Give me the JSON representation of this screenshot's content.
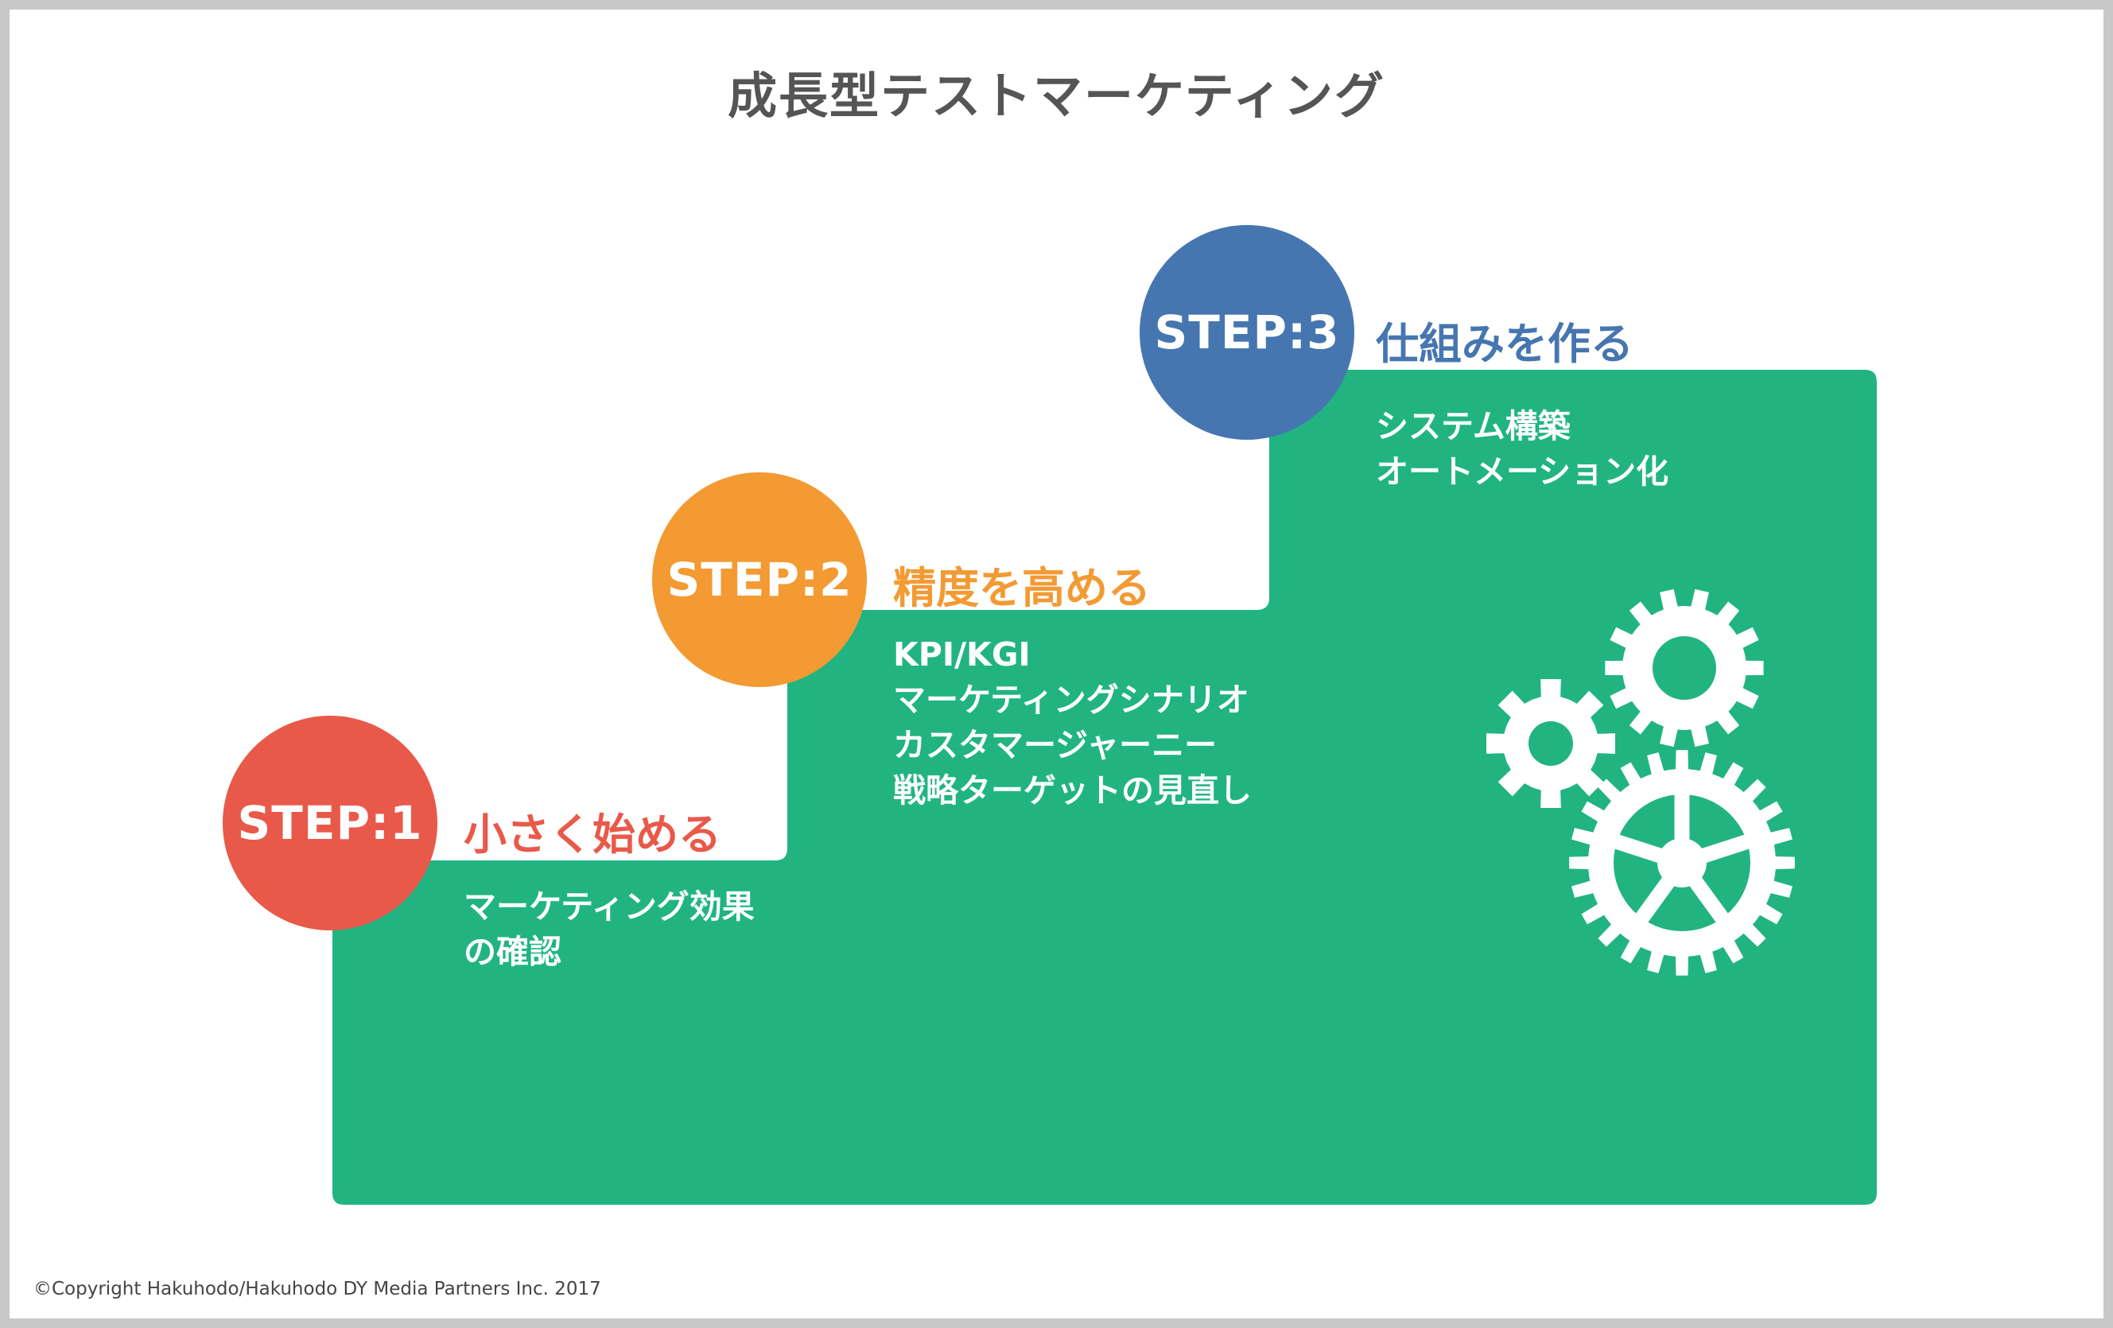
{
  "title": "成長型テストマーケティング",
  "colors": {
    "green": "#21b481",
    "step1": "#e9594a",
    "step2": "#f39a33",
    "step3": "#4676b0",
    "gear": "#ffffff"
  },
  "steps": [
    {
      "badge": "STEP:1",
      "title": "小さく始める",
      "lines": [
        "マーケティング効果",
        "の確認"
      ]
    },
    {
      "badge": "STEP:2",
      "title": "精度を高める",
      "lines": [
        "KPI/KGI",
        "マーケティングシナリオ",
        "カスタマージャーニー",
        "戦略ターゲットの見直し"
      ]
    },
    {
      "badge": "STEP:3",
      "title": "仕組みを作る",
      "lines": [
        "システム構築",
        "オートメーション化"
      ]
    }
  ],
  "icons": [
    "gears-icon"
  ],
  "copyright": "©Copyright Hakuhodo/Hakuhodo DY Media Partners Inc. 2017"
}
